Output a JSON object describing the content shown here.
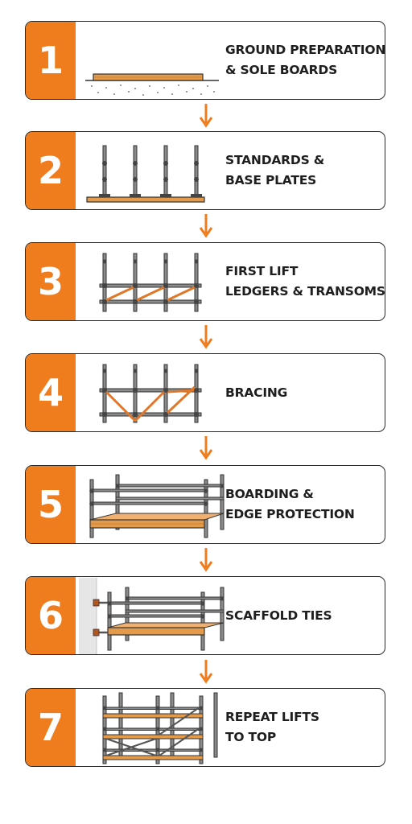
{
  "steps": [
    {
      "number": "1",
      "title": [
        "GROUND PREPARATION",
        "& SOLE BOARDS"
      ],
      "illustration": "sole-boards-on-ground"
    },
    {
      "number": "2",
      "title": [
        "STANDARDS &",
        "BASE PLATES"
      ],
      "illustration": "standards-on-base-plates"
    },
    {
      "number": "3",
      "title": [
        "FIRST LIFT",
        "LEDGERS & TRANSOMS"
      ],
      "illustration": "first-lift-frame"
    },
    {
      "number": "4",
      "title": [
        "BRACING"
      ],
      "illustration": "diagonal-bracing"
    },
    {
      "number": "5",
      "title": [
        "BOARDING &",
        "EDGE PROTECTION"
      ],
      "illustration": "boarded-platform-with-guardrails"
    },
    {
      "number": "6",
      "title": [
        "SCAFFOLD TIES"
      ],
      "illustration": "scaffold-tied-to-wall"
    },
    {
      "number": "7",
      "title": [
        "REPEAT LIFTS",
        "TO TOP"
      ],
      "illustration": "multi-lift-scaffold"
    }
  ],
  "colors": {
    "accent": "#ef7d1e",
    "outline": "#2a2a2a",
    "steel": "#5a5a5a",
    "timber": "#e39a4a",
    "wall": "#e6e6e6"
  },
  "icons": {
    "connector": "down-arrow-icon"
  }
}
